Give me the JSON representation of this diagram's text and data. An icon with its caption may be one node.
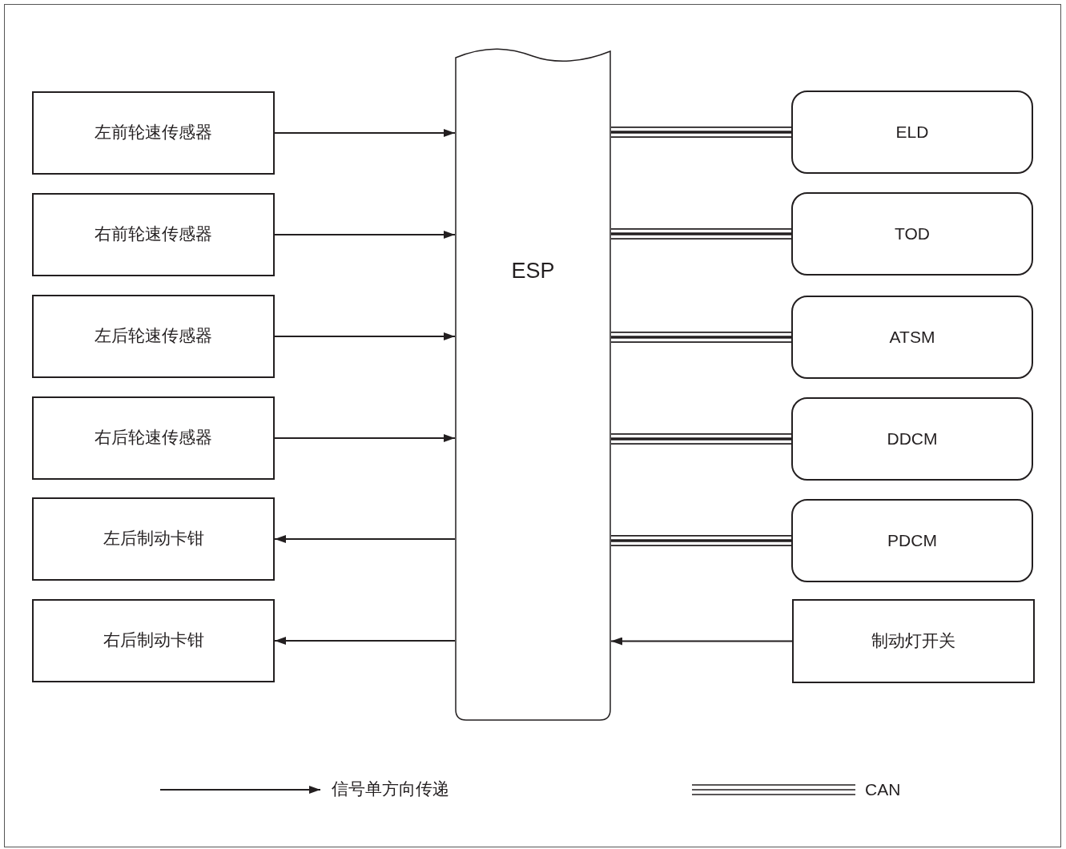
{
  "diagram": {
    "nodes": [
      {
        "text": [
          "ESP"
        ]
      },
      {
        "text": [
          "左前轮速传感器"
        ]
      },
      {
        "text": [
          "右前轮速传感器"
        ]
      },
      {
        "text": [
          "左后轮速传感器"
        ]
      },
      {
        "text": [
          "右后轮速传感器"
        ]
      },
      {
        "text": [
          "左后制动卡钳"
        ]
      },
      {
        "text": [
          "右后制动卡钳"
        ]
      },
      {
        "text": [
          "ELD"
        ]
      },
      {
        "text": [
          "TOD"
        ]
      },
      {
        "text": [
          "ATSM"
        ]
      },
      {
        "text": [
          "DDCM"
        ]
      },
      {
        "text": [
          "PDCM"
        ]
      },
      {
        "text": [
          "制动灯开关"
        ]
      }
    ],
    "edges": [
      {
        "from": 1,
        "to": 0,
        "arrow": "to"
      },
      {
        "from": 2,
        "to": 0,
        "arrow": "to"
      },
      {
        "from": 3,
        "to": 0,
        "arrow": "to"
      },
      {
        "from": 4,
        "to": 0,
        "arrow": "to"
      },
      {
        "from": 0,
        "to": 5,
        "arrow": "to"
      },
      {
        "from": 0,
        "to": 6,
        "arrow": "to"
      },
      {
        "from": 0,
        "to": 7,
        "arrow": "none",
        "style": "thick"
      },
      {
        "from": 0,
        "to": 8,
        "arrow": "none",
        "style": "thick"
      },
      {
        "from": 0,
        "to": 9,
        "arrow": "none",
        "style": "thick"
      },
      {
        "from": 0,
        "to": 10,
        "arrow": "none",
        "style": "thick"
      },
      {
        "from": 0,
        "to": 11,
        "arrow": "none",
        "style": "thick"
      },
      {
        "from": 12,
        "to": 0,
        "arrow": "to"
      }
    ],
    "legend": [
      {
        "text": "信号单方向传递"
      },
      {
        "text": "CAN"
      }
    ]
  }
}
